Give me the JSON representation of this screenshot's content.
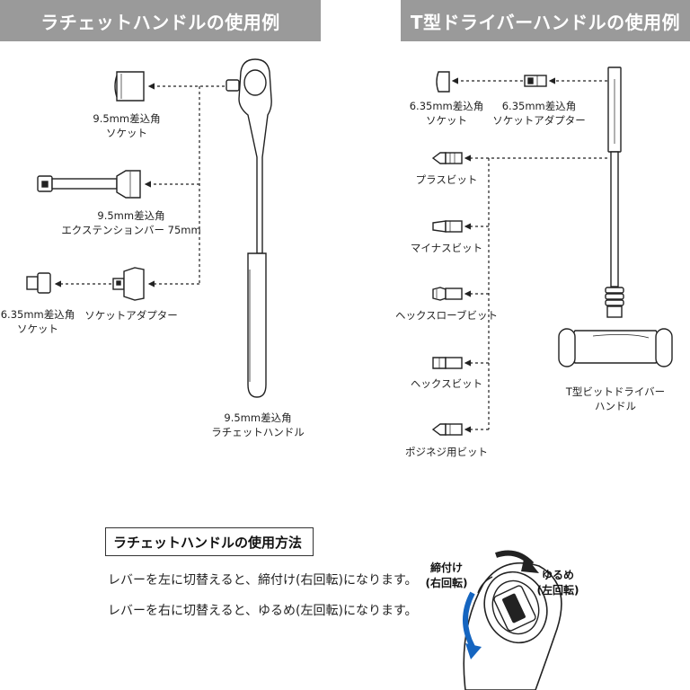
{
  "left_section": {
    "title": "ラチェットハンドルの使用例",
    "socket_95": [
      "9.5mm差込角",
      "ソケット"
    ],
    "extension_bar": [
      "9.5mm差込角",
      "エクステンションバー 75mm"
    ],
    "socket_635": [
      "6.35mm差込角",
      "ソケット"
    ],
    "socket_adapter": [
      "ソケットアダプター"
    ],
    "ratchet_handle": [
      "9.5mm差込角",
      "ラチェットハンドル"
    ]
  },
  "right_section": {
    "title": "T型ドライバーハンドルの使用例",
    "socket_635": [
      "6.35mm差込角",
      "ソケット"
    ],
    "socket_adapter_635": [
      "6.35mm差込角",
      "ソケットアダプター"
    ],
    "bits": [
      "プラスビット",
      "マイナスビット",
      "ヘックスローブビット",
      "ヘックスビット",
      "ポジネジ用ビット"
    ],
    "t_handle": [
      "T型ビットドライバー",
      "ハンドル"
    ]
  },
  "usage": {
    "title": "ラチェットハンドルの使用方法",
    "line1": "レバーを左に切替えると、締付け(右回転)になります。",
    "line2": "レバーを右に切替えると、ゆるめ(左回転)になります。",
    "tighten": [
      "締付け",
      "(右回転)"
    ],
    "loosen": [
      "ゆるめ",
      "(左回転)"
    ]
  }
}
